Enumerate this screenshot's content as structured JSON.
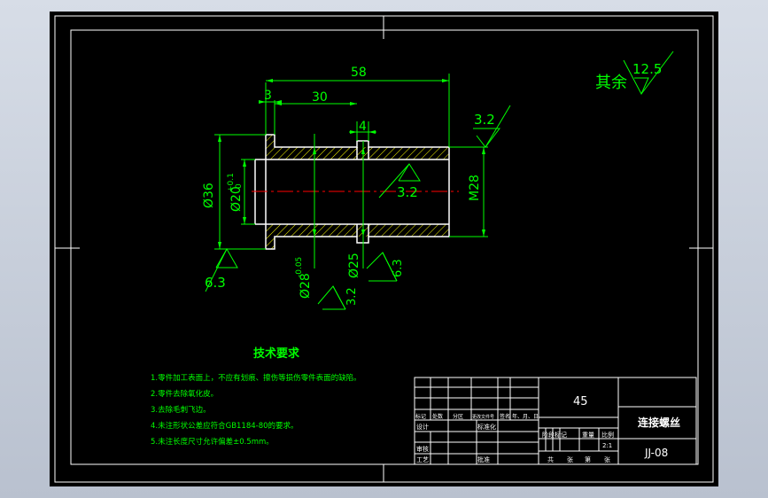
{
  "colors": {
    "background": "#000000",
    "frame": "#ffffff",
    "part_outline": "#ffffff",
    "dimension": "#00ff00",
    "hatch": "#ffff00",
    "centerline": "#ff0000",
    "text": "#00ff00"
  },
  "dimensions": {
    "overall_length": "58",
    "flange_width": "3",
    "shoulder_length": "30",
    "groove_width": "4",
    "outer_diameter": "Ø36",
    "bore_diameter": "Ø20",
    "bore_tol_upper": "+0.1",
    "bore_tol_lower": "0",
    "thread": "M28",
    "shaft_diameter": "Ø28",
    "shaft_tol": "-0.05",
    "groove_diameter": "Ø25"
  },
  "roughness": {
    "general_label": "其余",
    "general_value": "12.5",
    "right_face": "3.2",
    "bore": "3.2",
    "left_face": "6.3",
    "shaft": "3.2",
    "groove": "6.3"
  },
  "tech_requirements": {
    "title": "技术要求",
    "items": [
      "1.零件加工表面上，不应有划痕、擦伤等损伤零件表面的缺陷。",
      "2.零件去除氧化皮。",
      "3.去除毛刺飞边。",
      "4.未注形状公差应符合GB1184-80的要求。",
      "5.未注长度尺寸允许偏差±0.5mm。"
    ]
  },
  "title_block": {
    "material": "45",
    "part_name": "连接螺丝",
    "drawing_no": "JJ-08",
    "header_labels": [
      "标记",
      "处数",
      "分区",
      "更改文件号",
      "签名",
      "年、月、日"
    ],
    "row_design": "设计",
    "row_standard": "标准化",
    "row_check": "审核",
    "row_process": "工艺",
    "row_approve": "批准",
    "stage_label": "阶段标记",
    "weight_label": "重量",
    "scale_label": "比例",
    "scale_value": "2:1",
    "sheet_total": "共",
    "sheet_label": "张",
    "sheet_no": "第",
    "sheet_suffix": "张"
  }
}
